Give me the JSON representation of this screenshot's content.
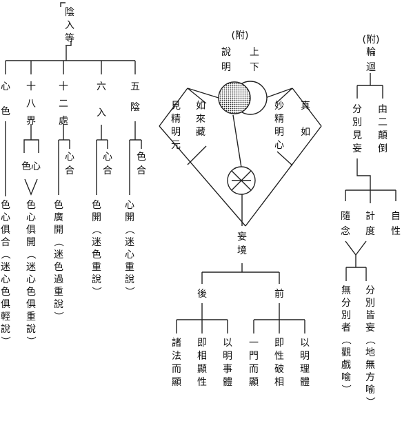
{
  "left_tree": {
    "root": "陰入等",
    "branches": [
      {
        "name": "心色",
        "note": "色心俱合（迷心色俱輕說）"
      },
      {
        "name": "十八界",
        "sub": "色心",
        "note": "色心俱開（迷心色俱重說）"
      },
      {
        "name": "十二處",
        "sub": "心合",
        "note": "色廣開（迷色過重說）"
      },
      {
        "name": "六入",
        "sub": "心合",
        "note": "色開（迷色重說）"
      },
      {
        "name": "五陰",
        "sub": "色合",
        "note": "心開（迷心重說）"
      }
    ]
  },
  "middle": {
    "annotation": "(附)",
    "header_cols": [
      "說明",
      "上下"
    ],
    "left_outer": "見精明元",
    "left_inner": "如來藏",
    "right_inner": "妙精明心",
    "right_outer": "真如",
    "center": "妄境",
    "back": {
      "label": "後",
      "items": [
        "諸法而顯",
        "即相顯性",
        "以明事體"
      ]
    },
    "front": {
      "label": "前",
      "items": [
        "一門而顯",
        "即性破相",
        "以明理體"
      ]
    }
  },
  "right_tree": {
    "annotation": "(附)",
    "root": "輪迴",
    "level1": [
      "分別見妄",
      "由二顛倒"
    ],
    "level2": [
      "隨念",
      "計度",
      "自性"
    ],
    "level3": [
      "無分別者（觀戲喻）",
      "分別皆妄（地無方喻）"
    ]
  }
}
